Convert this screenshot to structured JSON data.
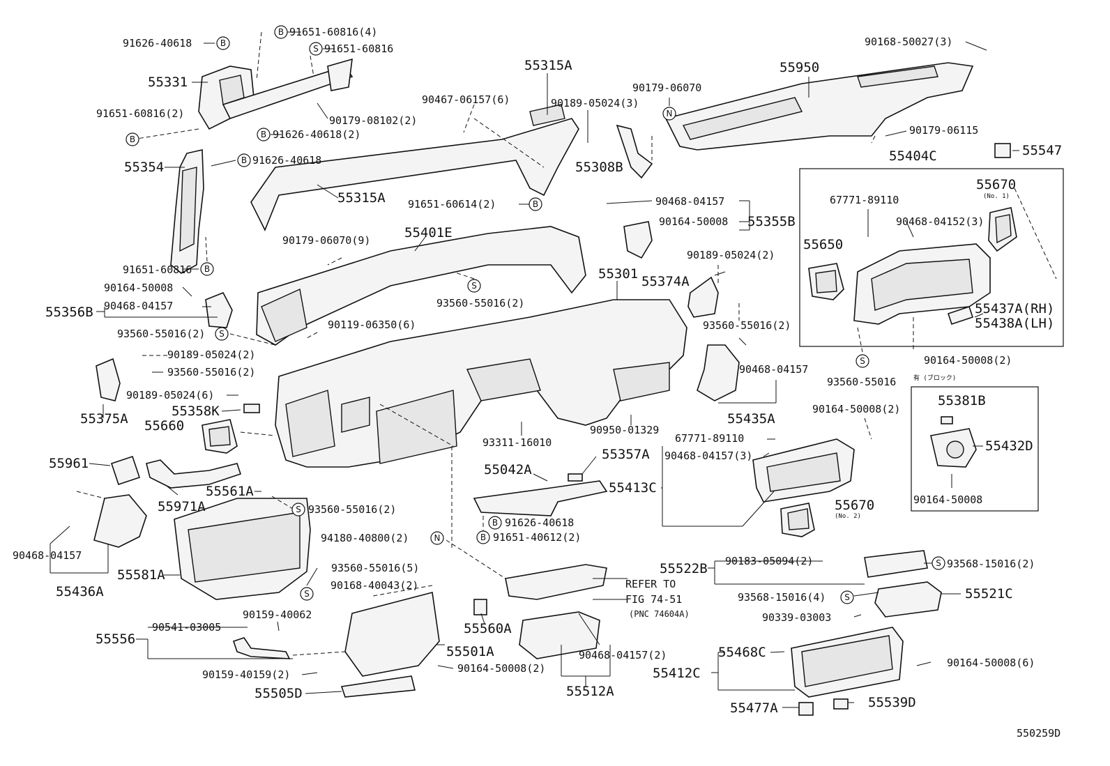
{
  "diagram_id": "550259D",
  "notes": {
    "no1": "(No. 1)",
    "no2": "(No. 2)",
    "jp": "有 (ブロック)",
    "refer1": "REFER TO",
    "refer2": "FIG 74-51",
    "refer3": "(PNC 74604A)"
  },
  "markers": {
    "b": "B",
    "s": "S",
    "n": "N"
  },
  "labels": {
    "l55331": "55331",
    "l91626_40618a": "91626-40618",
    "l91651_60816_4": "91651-60816(4)",
    "l91651_60816a": "91651-60816",
    "l91651_60816_2": "91651-60816(2)",
    "l90179_08102_2": "90179-08102(2)",
    "l91626_40618_2": "91626-40618(2)",
    "l55354": "55354",
    "l91626_40618b": "91626-40618",
    "l91651_60816b": "91651-60816",
    "l55315A_top": "55315A",
    "l90467_06157_6": "90467-06157(6)",
    "l90189_05024_3": "90189-05024(3)",
    "l55315A_mid": "55315A",
    "l91651_60614_2": "91651-60614(2)",
    "l90179_06070": "90179-06070",
    "l55308B": "55308B",
    "l55950": "55950",
    "l90168_50027_3": "90168-50027(3)",
    "l90179_06115": "90179-06115",
    "l55547": "55547",
    "l55404C": "55404C",
    "l55670_no1": "55670",
    "l67771_89110a": "67771-89110",
    "l90468_04152_3": "90468-04152(3)",
    "l55650": "55650",
    "l55437A": "55437A(RH)",
    "l55438A": "55438A(LH)",
    "l90164_50008_2a": "90164-50008(2)",
    "l93560_55016a": "93560-55016",
    "l90468_04157a": "90468-04157",
    "l90164_50008a": "90164-50008",
    "l55355B": "55355B",
    "l90179_06070_9": "90179-06070(9)",
    "l55401E": "55401E",
    "l55301": "55301",
    "l55374A": "55374A",
    "l90189_05024_2a": "90189-05024(2)",
    "l93560_55016_2a": "93560-55016(2)",
    "l90164_50008b": "90164-50008",
    "l90468_04157b": "90468-04157",
    "l55356B": "55356B",
    "l93560_55016_2b": "93560-55016(2)",
    "l93560_55016_2c": "93560-55016(2)",
    "l90119_06350_6": "90119-06350(6)",
    "l90189_05024_2b": "90189-05024(2)",
    "l93560_55016_2d": "93560-55016(2)",
    "l90189_05024_6": "90189-05024(6)",
    "l55358K": "55358K",
    "l55375A": "55375A",
    "l55660": "55660",
    "l90468_04157c": "90468-04157",
    "l55435A": "55435A",
    "l90950_01329": "90950-01329",
    "l93311_16010": "93311-16010",
    "l90164_50008_2b": "90164-50008(2)",
    "l55381B": "55381B",
    "l55432D": "55432D",
    "l90164_50008c": "90164-50008",
    "l67771_89110b": "67771-89110",
    "l90468_04157_3": "90468-04157(3)",
    "l55413C": "55413C",
    "l55670_no2": "55670",
    "l55961": "55961",
    "l55971A": "55971A",
    "l55561A": "55561A",
    "l93560_55016_2e": "93560-55016(2)",
    "l55042A": "55042A",
    "l55357A": "55357A",
    "l91626_40618c": "91626-40618",
    "l91651_40612_2": "91651-40612(2)",
    "l94180_40800_2": "94180-40800(2)",
    "l90468_04157d": "90468-04157",
    "l55436A": "55436A",
    "l55581A": "55581A",
    "l93560_55016_5": "93560-55016(5)",
    "l90168_40043_2": "90168-40043(2)",
    "l55522B": "55522B",
    "l90183_05094_2": "90183-05094(2)",
    "l93568_15016_2": "93568-15016(2)",
    "l93568_15016_4": "93568-15016(4)",
    "l55521C": "55521C",
    "l90339_03003": "90339-03003",
    "l55556": "55556",
    "l90541_03005": "90541-03005",
    "l90159_40062": "90159-40062",
    "l55560A": "55560A",
    "l55501A": "55501A",
    "l90468_04157_2": "90468-04157(2)",
    "l90159_40159_2": "90159-40159(2)",
    "l90164_50008_2c": "90164-50008(2)",
    "l55505D": "55505D",
    "l55512A": "55512A",
    "l55412C": "55412C",
    "l55468C": "55468C",
    "l90164_50008_6": "90164-50008(6)",
    "l55477A": "55477A",
    "l55539D": "55539D"
  }
}
